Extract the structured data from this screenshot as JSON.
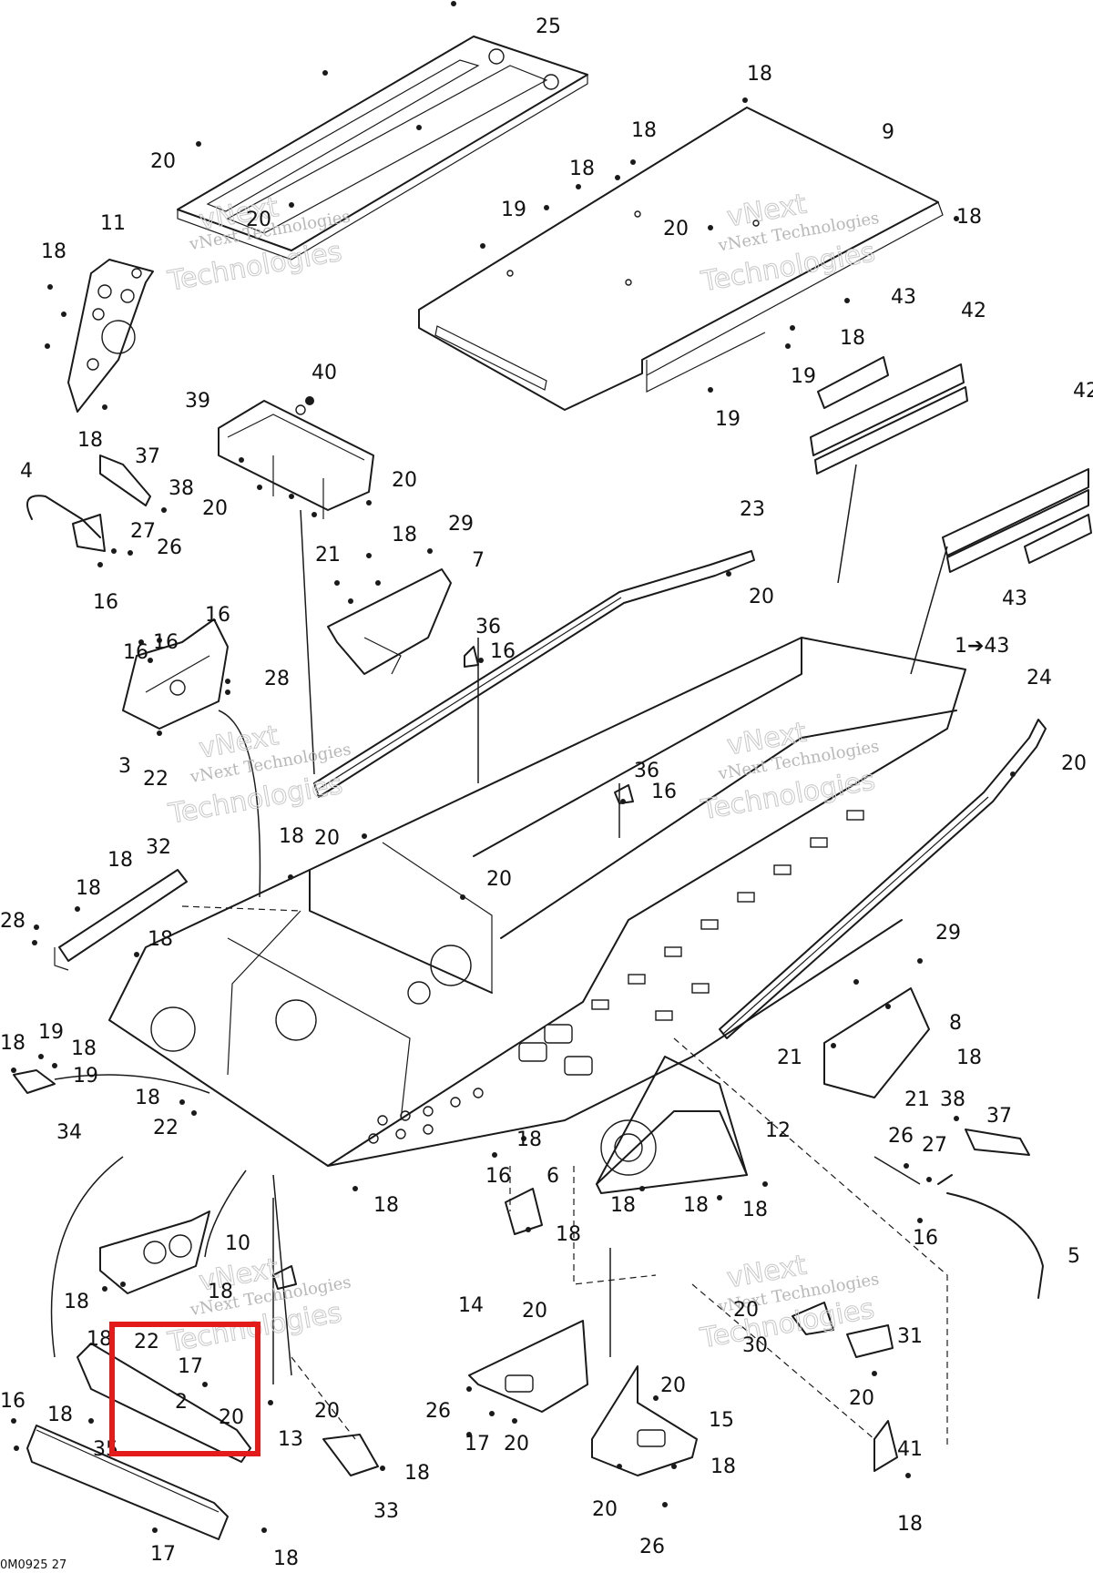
{
  "diagram": {
    "reference_code": "0M0925 27",
    "highlight_color": "#e31b1b",
    "watermark": {
      "line1": "vNext",
      "line2": "vNext Technologies",
      "line3": "Technologies"
    },
    "callouts": [
      {
        "id": "c-25",
        "text": "25"
      },
      {
        "id": "c-20a",
        "text": "20"
      },
      {
        "id": "c-20b",
        "text": "20"
      },
      {
        "id": "c-11",
        "text": "11"
      },
      {
        "id": "c-18a",
        "text": "18"
      },
      {
        "id": "c-18b",
        "text": "18"
      },
      {
        "id": "c-18c",
        "text": "18"
      },
      {
        "id": "c-9",
        "text": "9"
      },
      {
        "id": "c-18d",
        "text": "18"
      },
      {
        "id": "c-18e",
        "text": "18"
      },
      {
        "id": "c-19a",
        "text": "19"
      },
      {
        "id": "c-20c",
        "text": "20"
      },
      {
        "id": "c-18f",
        "text": "18"
      },
      {
        "id": "c-43a",
        "text": "43"
      },
      {
        "id": "c-42a",
        "text": "42"
      },
      {
        "id": "c-18g",
        "text": "18"
      },
      {
        "id": "c-19b",
        "text": "19"
      },
      {
        "id": "c-19c",
        "text": "19"
      },
      {
        "id": "c-42b",
        "text": "42"
      },
      {
        "id": "c-40",
        "text": "40"
      },
      {
        "id": "c-39",
        "text": "39"
      },
      {
        "id": "c-4",
        "text": "4"
      },
      {
        "id": "c-37a",
        "text": "37"
      },
      {
        "id": "c-38a",
        "text": "38"
      },
      {
        "id": "c-27a",
        "text": "27"
      },
      {
        "id": "c-26a",
        "text": "26"
      },
      {
        "id": "c-16a",
        "text": "16"
      },
      {
        "id": "c-20d",
        "text": "20"
      },
      {
        "id": "c-20e",
        "text": "20"
      },
      {
        "id": "c-18h",
        "text": "18"
      },
      {
        "id": "c-29a",
        "text": "29"
      },
      {
        "id": "c-21a",
        "text": "21"
      },
      {
        "id": "c-7",
        "text": "7"
      },
      {
        "id": "c-23",
        "text": "23"
      },
      {
        "id": "c-20f",
        "text": "20"
      },
      {
        "id": "c-43b",
        "text": "43"
      },
      {
        "id": "c-36a",
        "text": "36"
      },
      {
        "id": "c-16b",
        "text": "16"
      },
      {
        "id": "c-16c",
        "text": "16"
      },
      {
        "id": "c-16d",
        "text": "16"
      },
      {
        "id": "c-16e",
        "text": "16"
      },
      {
        "id": "c-28a",
        "text": "28"
      },
      {
        "id": "c-1to43",
        "text": "1➔43"
      },
      {
        "id": "c-24",
        "text": "24"
      },
      {
        "id": "c-3",
        "text": "3"
      },
      {
        "id": "c-22a",
        "text": "22"
      },
      {
        "id": "c-20g",
        "text": "20"
      },
      {
        "id": "c-36b",
        "text": "36"
      },
      {
        "id": "c-16f",
        "text": "16"
      },
      {
        "id": "c-18i",
        "text": "18"
      },
      {
        "id": "c-20h",
        "text": "20"
      },
      {
        "id": "c-32",
        "text": "32"
      },
      {
        "id": "c-18j",
        "text": "18"
      },
      {
        "id": "c-18k",
        "text": "18"
      },
      {
        "id": "c-20i",
        "text": "20"
      },
      {
        "id": "c-28b",
        "text": "28"
      },
      {
        "id": "c-18l",
        "text": "18"
      },
      {
        "id": "c-29b",
        "text": "29"
      },
      {
        "id": "c-8",
        "text": "8"
      },
      {
        "id": "c-21b",
        "text": "21"
      },
      {
        "id": "c-18m",
        "text": "18"
      },
      {
        "id": "c-21c",
        "text": "21"
      },
      {
        "id": "c-18n",
        "text": "18"
      },
      {
        "id": "c-19d",
        "text": "19"
      },
      {
        "id": "c-18o",
        "text": "18"
      },
      {
        "id": "c-19e",
        "text": "19"
      },
      {
        "id": "c-34",
        "text": "34"
      },
      {
        "id": "c-18p",
        "text": "18"
      },
      {
        "id": "c-22b",
        "text": "22"
      },
      {
        "id": "c-38b",
        "text": "38"
      },
      {
        "id": "c-37b",
        "text": "37"
      },
      {
        "id": "c-12",
        "text": "12"
      },
      {
        "id": "c-18q",
        "text": "18"
      },
      {
        "id": "c-16g",
        "text": "16"
      },
      {
        "id": "c-26b",
        "text": "26"
      },
      {
        "id": "c-27b",
        "text": "27"
      },
      {
        "id": "c-18r",
        "text": "18"
      },
      {
        "id": "c-6",
        "text": "6"
      },
      {
        "id": "c-18s",
        "text": "18"
      },
      {
        "id": "c-18t",
        "text": "18"
      },
      {
        "id": "c-18u",
        "text": "18"
      },
      {
        "id": "c-18v",
        "text": "18"
      },
      {
        "id": "c-16h",
        "text": "16"
      },
      {
        "id": "c-10",
        "text": "10"
      },
      {
        "id": "c-18w",
        "text": "18"
      },
      {
        "id": "c-18x",
        "text": "18"
      },
      {
        "id": "c-5",
        "text": "5"
      },
      {
        "id": "c-18y",
        "text": "18"
      },
      {
        "id": "c-22c",
        "text": "22"
      },
      {
        "id": "c-17a",
        "text": "17"
      },
      {
        "id": "c-2",
        "text": "2"
      },
      {
        "id": "c-20j",
        "text": "20"
      },
      {
        "id": "c-20k",
        "text": "20"
      },
      {
        "id": "c-13",
        "text": "13"
      },
      {
        "id": "c-14",
        "text": "14"
      },
      {
        "id": "c-20l",
        "text": "20"
      },
      {
        "id": "c-20m",
        "text": "20"
      },
      {
        "id": "c-30",
        "text": "30"
      },
      {
        "id": "c-31",
        "text": "31"
      },
      {
        "id": "c-20n",
        "text": "20"
      },
      {
        "id": "c-16i",
        "text": "16"
      },
      {
        "id": "c-18z",
        "text": "18"
      },
      {
        "id": "c-35",
        "text": "35"
      },
      {
        "id": "c-26c",
        "text": "26"
      },
      {
        "id": "c-17b",
        "text": "17"
      },
      {
        "id": "c-20o",
        "text": "20"
      },
      {
        "id": "c-20p",
        "text": "20"
      },
      {
        "id": "c-15",
        "text": "15"
      },
      {
        "id": "c-18aa",
        "text": "18"
      },
      {
        "id": "c-41",
        "text": "41"
      },
      {
        "id": "c-20q",
        "text": "20"
      },
      {
        "id": "c-33",
        "text": "33"
      },
      {
        "id": "c-18ab",
        "text": "18"
      },
      {
        "id": "c-18ac",
        "text": "18"
      },
      {
        "id": "c-26d",
        "text": "26"
      },
      {
        "id": "c-17c",
        "text": "17"
      },
      {
        "id": "c-18ad",
        "text": "18"
      }
    ]
  }
}
